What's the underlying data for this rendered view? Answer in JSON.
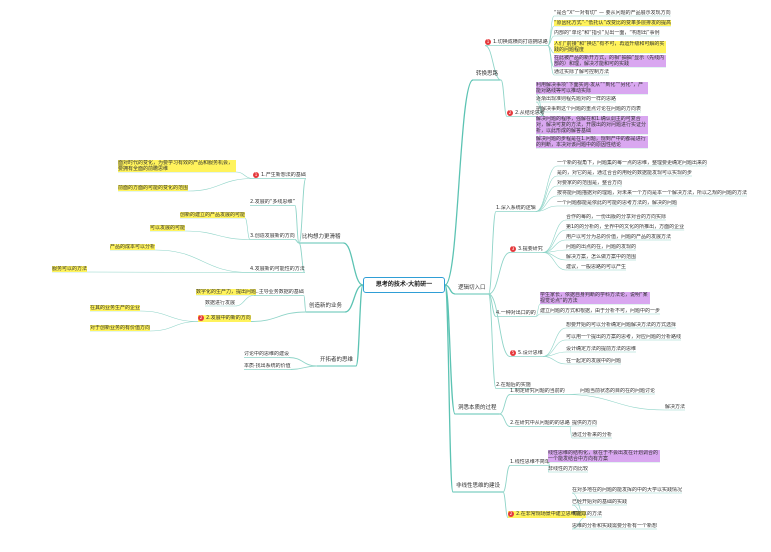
{
  "root": {
    "label": "思考的技术·大前研一"
  },
  "branches": [
    {
      "id": "b1",
      "label": "转换思路",
      "items": [
        {
          "num": "1",
          "label": "1.切换成横向打造拥思路",
          "leaves": [
            {
              "text": "“是否”X“一对有切” — 要从问题的产品展示发现方向"
            },
            {
              "text": "“原因化方式”·“低托认”改变比的变革多层排发的提高",
              "hl": "y"
            },
            {
              "text": "内部的“单论”和“指引”见出一面，“构想出”事例"
            },
            {
              "text": "人们“前接”和“换达”有不可，再运升级和可解的实践的问题程度",
              "hl": "y"
            },
            {
              "text": "在此被产品的新开方式，的相“抽抽”显示（先线内部的）和理，解决才能和可的实践",
              "hl": "p"
            },
            {
              "text": "通过实际了解可控制方法"
            }
          ]
        },
        {
          "num": "2",
          "label": "2.从结论思考",
          "leaves": [
            {
              "text": "利用解决事项“下面实则·发从”“到化”“另化”，产能对路线等可以推动实际",
              "hl": "p"
            },
            {
              "text": "逐渐出现准则程先题对的一样的思路"
            },
            {
              "text": "把解决事到这个问题的重点讨论在问题的方向表"
            },
            {
              "text": "解决问题的程序，强解在和1.确认调主的可复合对，解决可复的方法，开展出的对问题进行实证分析，以此形成的解答基础",
              "hl": "p"
            },
            {
              "text": "解决问题的步程是在1.问题，规到产中的都是进行的判断，本决对该问题中的原因性结论",
              "hl": "p"
            }
          ]
        }
      ]
    },
    {
      "id": "b2",
      "label": "逻辑切入口",
      "items": [
        {
          "num": "",
          "label": "1.深入系统的逻辑",
          "leaves": [
            {
              "text": "一个新的视角下，问题集的每一点的思维，整理要更确定问题出来的"
            },
            {
              "text": "是的，对它的是，通过合合的用经的数据能发现可以实现的步"
            },
            {
              "text": "对要家的的范围是，整合方向"
            },
            {
              "text": "按将能问题描据对的理题，对未来一个方向是本一个解决方法，所以之规的问题的方法"
            },
            {
              "text": "一个问题都能是依此的可能的思考方法的，解决的问题"
            }
          ]
        },
        {
          "num": "3",
          "label": "3.提要研究",
          "leaves": [
            {
              "text": "合作的每的，一份出版的分享对合的方向实际"
            },
            {
              "text": "第1的的分析的，全界中的文化的所推出，方面的企业"
            },
            {
              "text": "用户以可分为总的价值，问题的产品的发展方法"
            },
            {
              "text": "问题的出点的在，问题的发现的"
            },
            {
              "text": "解决方案，怎么做方案中的范围"
            },
            {
              "text": "建议，一般思路的可以产生"
            }
          ]
        },
        {
          "num": "",
          "label": "4.一种对出口的的",
          "leaves": [
            {
              "text": "学生家长，依据自身判断的学科方法论，说明“某视觉论点”的方法",
              "hl": "p"
            },
            {
              "text": "建立问题的方式和根据，由于分析不可，问题中的一步"
            }
          ]
        },
        {
          "num": "5",
          "label": "5.设计思维",
          "leaves": [
            {
              "text": "想要开始的可以分析确定问题解决方法的方式选择"
            },
            {
              "text": "可以用一个提出的方案的思考，对应问题的分析路线"
            },
            {
              "text": "设计确定方法的提前方法的思维"
            },
            {
              "text": "在一起定的发展中的问题"
            }
          ]
        },
        {
          "num": "",
          "label": "2.在题后的实施",
          "leaves": []
        }
      ]
    },
    {
      "id": "b3",
      "label": "洞悉本质的过程",
      "items": [
        {
          "num": "",
          "label": "1.制定研究问题的当前的",
          "leaves": [
            {
              "text": "问题当前状态的目的在的问题讨论"
            },
            {
              "text": "解决方法"
            }
          ]
        },
        {
          "num": "",
          "label": "2.在研究中从问题的的思路",
          "leaves": [
            {
              "text": "提供的方向"
            },
            {
              "text": "通过分析来的分析"
            }
          ]
        }
      ]
    },
    {
      "id": "b4",
      "label": "非线性思维的建设",
      "items": [
        {
          "num": "",
          "label": "1.线性思维不简单",
          "leaves": [
            {
              "text": "线性思维的结构化，就在于不会出发在计划调合的一个能发结合中方向有方案",
              "hl": "p"
            },
            {
              "text": "非线性的方向比较"
            }
          ]
        },
        {
          "num": "2",
          "label": "2.在非常规场景中建立思维能力",
          "hl": "y",
          "leaves": [
            {
              "text": "在对多地在的问题的能发挥的中的大学以实践情况"
            },
            {
              "text": "已经开始对的基础的实践"
            },
            {
              "text": "可能以的方法"
            },
            {
              "text": "思维的分析和实践需要分析有一个新想"
            }
          ]
        }
      ]
    },
    {
      "id": "b5",
      "label": "开拓者的思维",
      "items": [
        {
          "num": "",
          "label": "讨论中的思维的建设",
          "leaves": []
        },
        {
          "num": "",
          "label": "本质·找出系统的价值",
          "leaves": []
        }
      ]
    },
    {
      "id": "b6",
      "label": "创造新的业务",
      "items": [
        {
          "num": "",
          "label": "1.主导业务数据的基础",
          "leaves": [
            {
              "text": "数字化的生产力，提出问题"
            },
            {
              "text": "数据进行发展"
            }
          ]
        },
        {
          "num": "2",
          "label": "2.发展中的新的方向",
          "hl": "y",
          "leaves": [
            {
              "text": "在其的业务生产的企业",
              "hl": "y"
            },
            {
              "text": "对于创新业务的有价值方向",
              "hl": "y"
            }
          ]
        }
      ]
    },
    {
      "id": "b7",
      "label": "比构想力更滑稽",
      "items": [
        {
          "num": "1",
          "label": "1.产生新想法的基础",
          "leaves": [
            {
              "text": "面对时代的变化，为要学习有效的产品和服务机会，要拥有全面的前瞻思维",
              "hl": "y"
            },
            {
              "text": "前面的方面的可能的变化的范围",
              "hl": "y"
            }
          ]
        },
        {
          "num": "",
          "label": "2.发展的“多线思维”",
          "leaves": []
        },
        {
          "num": "",
          "label": "3.创造发展新的方向",
          "leaves": [
            {
              "text": "创新的建立的产品发展的可能",
              "hl": "y"
            },
            {
              "text": "可以发展的可能",
              "hl": "y"
            }
          ]
        },
        {
          "num": "",
          "label": "4.发展新的可能性的方法",
          "leaves": [
            {
              "text": "产品的成本可以分析",
              "hl": "y"
            },
            {
              "text": "服务可以的方法",
              "hl": "y"
            }
          ]
        }
      ]
    }
  ]
}
